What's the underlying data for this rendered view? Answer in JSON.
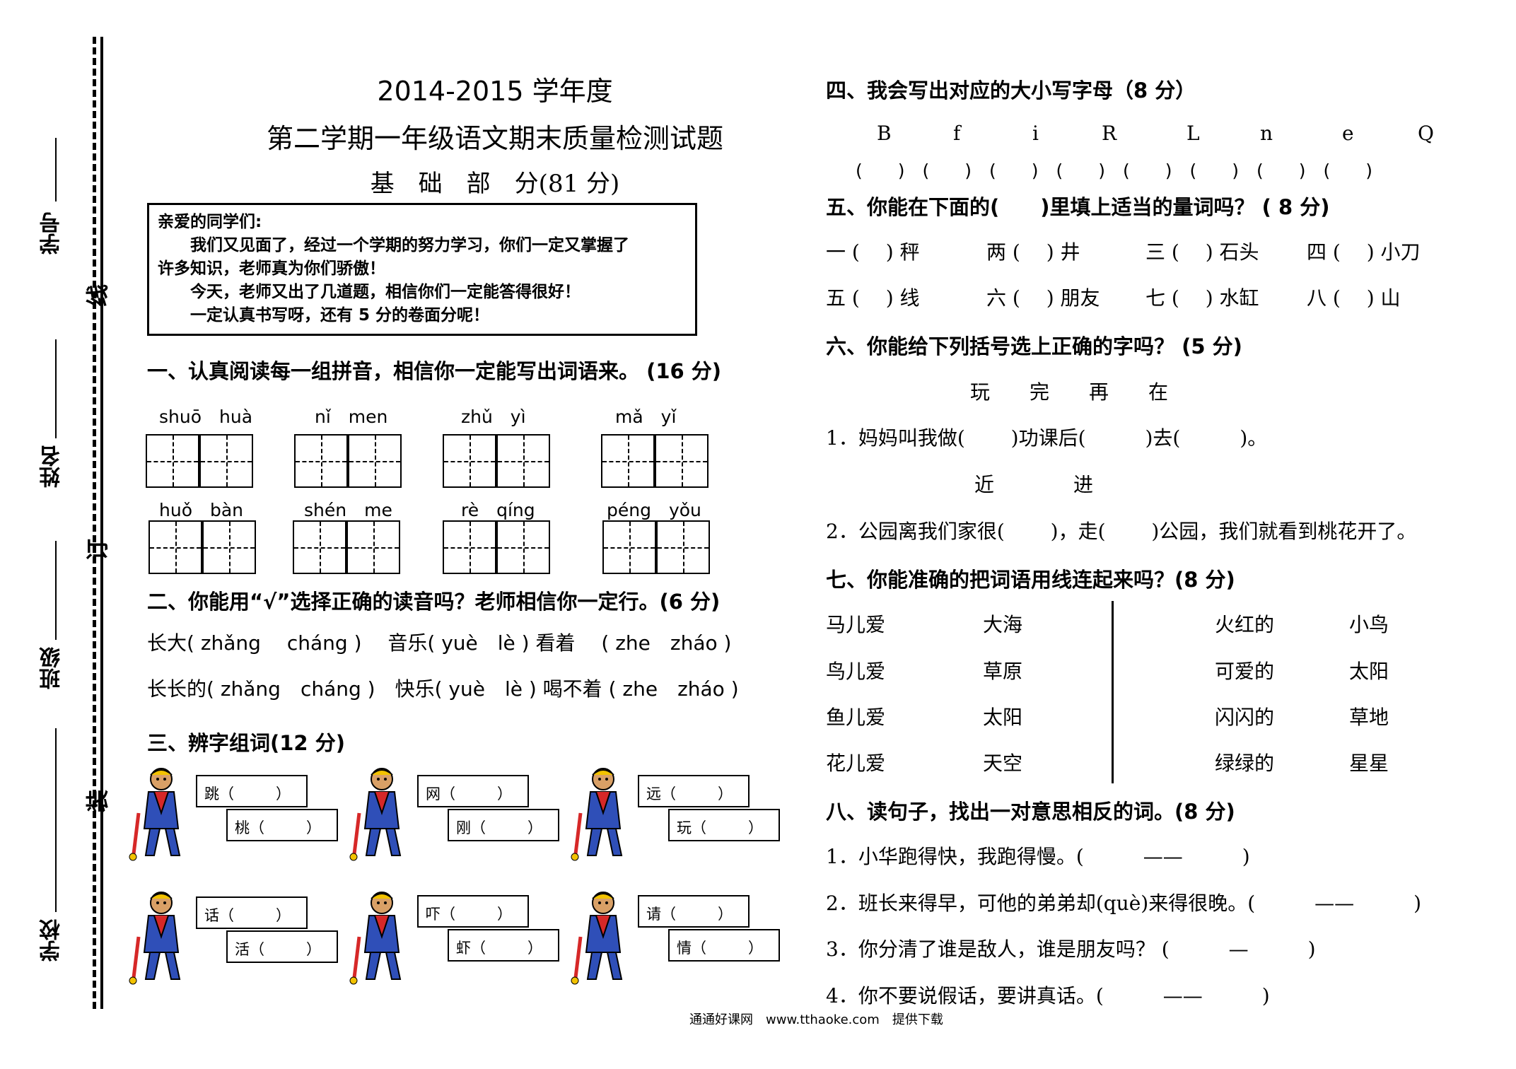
{
  "margin": {
    "labels": [
      "学号",
      "姓名",
      "班级",
      "学校"
    ],
    "marks": [
      "线",
      "订",
      "装"
    ]
  },
  "header": {
    "year": "2014-2015 学年度",
    "title": "第二学期一年级语文期末质量检测试题",
    "part": "基　础　部　分(81 分)"
  },
  "notice": {
    "greeting": "亲爱的同学们:",
    "line1": "　　我们又见面了，经过一个学期的努力学习，你们一定又掌握了",
    "line2": "许多知识，老师真为你们骄傲！",
    "line3": "　　今天，老师又出了几道题，相信你们一定能答得很好！",
    "line4": "　　一定认真书写呀，还有 5 分的卷面分呢！"
  },
  "q1": {
    "heading": "一、认真阅读每一组拼音，相信你一定能写出词语来。 (16 分)",
    "row1": [
      "shuō　huà",
      "nǐ　men",
      "zhǔ　yì",
      "mǎ　yǐ"
    ],
    "row2": [
      "huǒ　bàn",
      "shén　me",
      "rè　qíng",
      "péng　yǒu"
    ]
  },
  "q2": {
    "heading": "二、你能用“√”选择正确的读音吗？老师相信你一定行。(6 分)",
    "line1": "长大( zhǎng　 cháng )　 音乐( yuè　lè )  看着　 ( zhe　zháo )",
    "line2": "长长的( zhǎng　cháng )　快乐( yuè　lè )  喝不着 ( zhe　zháo )"
  },
  "q3": {
    "heading": "三、辨字组词(12 分)",
    "pairs": [
      [
        "跳（",
        "桃（"
      ],
      [
        "网（",
        "刚（"
      ],
      [
        "远（",
        "玩（"
      ],
      [
        "话（",
        "活（"
      ],
      [
        "吓（",
        "虾（"
      ],
      [
        "请（",
        "情（"
      ]
    ],
    "close": "）"
  },
  "q4": {
    "heading": "四、我会写出对应的大小写字母（8 分）",
    "letters": [
      "B",
      "f",
      "i",
      "R",
      "L",
      "n",
      "e",
      "Q"
    ],
    "blanks": "(　　)　(　　)　(　　)　(　　)　(　　)　(　　)　(　　)　(　　)"
  },
  "q5": {
    "heading": "五、你能在下面的(　　)里填上适当的量词吗？ ( 8 分)",
    "row1": [
      "一 (　 ) 秤",
      "两 (　 ) 井",
      "三 (　 ) 石头",
      "四 (　 ) 小刀"
    ],
    "row2": [
      "五 (　 ) 线",
      "六 (　 ) 朋友",
      "七 (　 ) 水缸",
      "八 (　 ) 山"
    ]
  },
  "q6": {
    "heading": "六、你能给下列括号选上正确的字吗？ (5 分)",
    "choices1": "玩　　完　　再　　在",
    "sentence1": "1．妈妈叫我做(　　 )功课后(　　　)去(　　　)。",
    "choices2": "近　　　　进",
    "sentence2": "2．公园离我们家很(　　 )，走(　　 )公园，我们就看到桃花开了。"
  },
  "q7": {
    "heading": "七、你能准确的把词语用线连起来吗？(8 分)",
    "left_a": [
      "马儿爱",
      "鸟儿爱",
      "鱼儿爱",
      "花儿爱"
    ],
    "left_b": [
      "大海",
      "草原",
      "太阳",
      "天空"
    ],
    "right_a": [
      "火红的",
      "可爱的",
      "闪闪的",
      "绿绿的"
    ],
    "right_b": [
      "小鸟",
      "太阳",
      "草地",
      "星星"
    ]
  },
  "q8": {
    "heading": "八、读句子，找出一对意思相反的词。(8 分)",
    "s1": "1．小华跑得快，我跑得慢。(　　　——　　　)",
    "s2": "2．班长来得早，可他的弟弟却(què)来得很晚。(　　　——　　　)",
    "s3": "3．你分清了谁是敌人，谁是朋友吗？ (　　　—　　　)",
    "s4": "4．你不要说假话，要讲真话。(　　　——　　　)"
  },
  "footer": "通通好课网　www.tthaoke.com　提供下载"
}
